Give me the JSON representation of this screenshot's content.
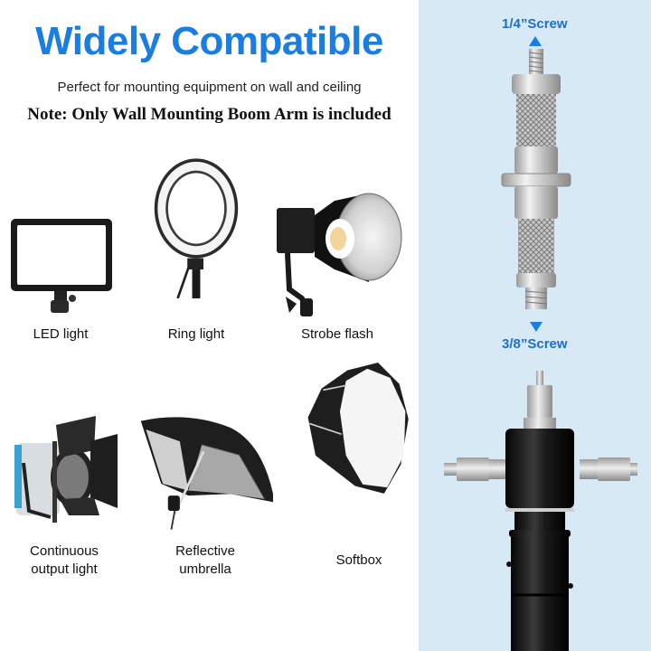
{
  "header": {
    "title": "Widely Compatible",
    "subtitle": "Perfect for mounting equipment on wall and ceiling",
    "note": "Note: Only Wall Mounting Boom Arm is included"
  },
  "equipment": [
    {
      "label": "LED light",
      "icon": "led-panel-icon"
    },
    {
      "label": "Ring light",
      "icon": "ring-light-icon"
    },
    {
      "label": "Strobe flash",
      "icon": "strobe-flash-icon"
    },
    {
      "label_line1": "Continuous",
      "label_line2": "output light",
      "icon": "fresnel-light-icon"
    },
    {
      "label_line1": "Reflective",
      "label_line2": "umbrella",
      "icon": "umbrella-icon"
    },
    {
      "label": "Softbox",
      "icon": "softbox-icon"
    }
  ],
  "connector": {
    "top_label": "1/4”Screw",
    "bottom_label": "3/8”Screw"
  },
  "colors": {
    "accent": "#1a7de0",
    "panel_bg": "#d6e9f5"
  }
}
